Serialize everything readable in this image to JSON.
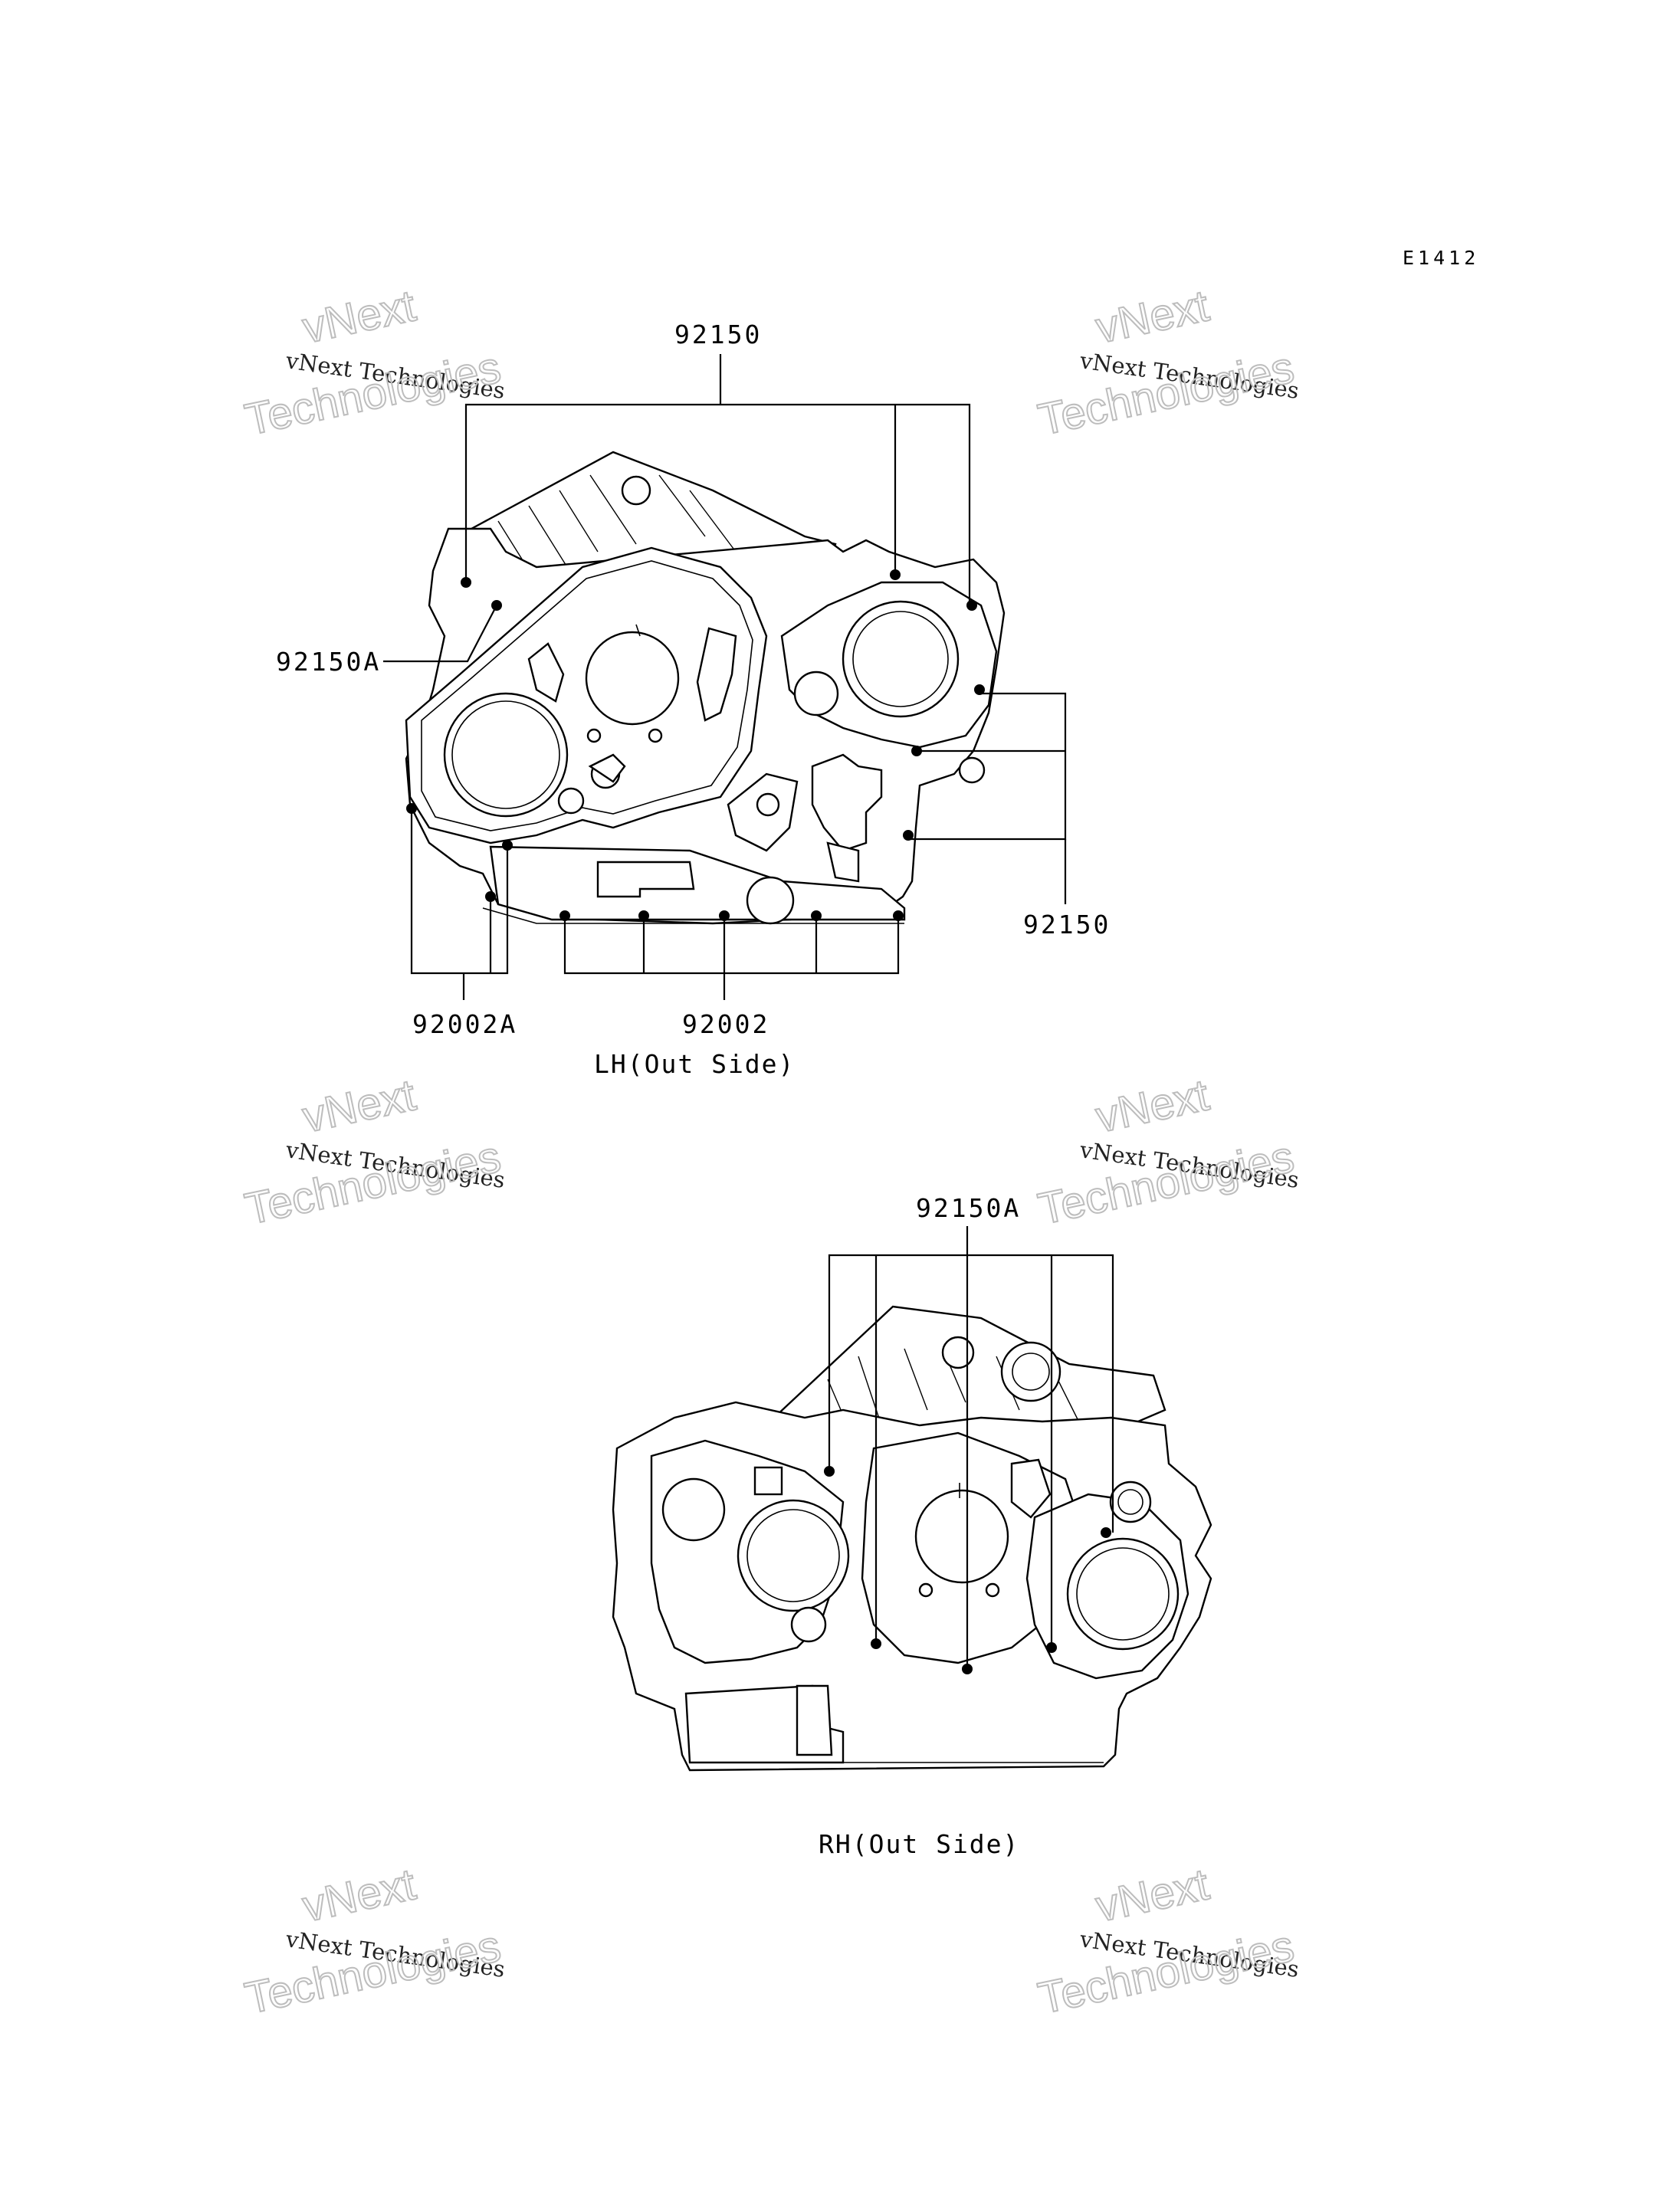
{
  "diagram_code": "E1412",
  "watermark": {
    "line1": "vNext",
    "line2": "vNext Technologies",
    "line3": "Technologies"
  },
  "lh_view": {
    "caption": "LH(Out Side)",
    "callouts": {
      "top_gasket": "92150",
      "left_gasket": "92150A",
      "right_gasket": "92150",
      "bottom_left_bolt": "92002A",
      "bottom_bolt": "92002"
    }
  },
  "rh_view": {
    "caption": "RH(Out Side)",
    "callouts": {
      "top_gasket": "92150A"
    }
  }
}
